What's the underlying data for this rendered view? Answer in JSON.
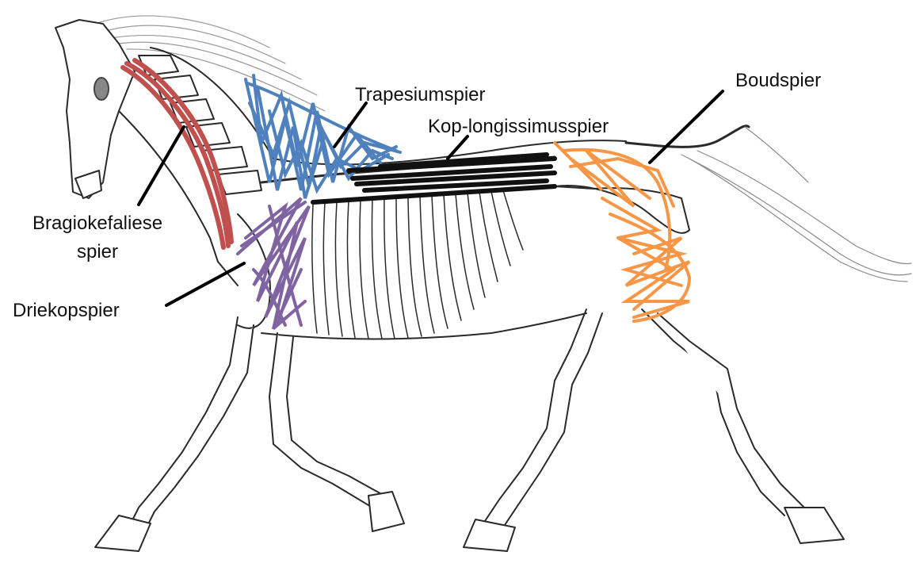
{
  "labels": {
    "trapezius": "Trapesiumspier",
    "longissimus": "Kop-longissimusspier",
    "gluteal": "Boudspier",
    "brachiocephalic_line1": "Bragiokefaliese",
    "brachiocephalic_line2": "spier",
    "triceps": "Driekopspier"
  },
  "colors": {
    "brachiocephalic": "#c0504d",
    "trapezius": "#4f81bd",
    "longissimus": "#111111",
    "gluteal": "#f79646",
    "triceps": "#8064a2",
    "outline": "#2a2a2a",
    "bone_fill": "#ffffff"
  }
}
